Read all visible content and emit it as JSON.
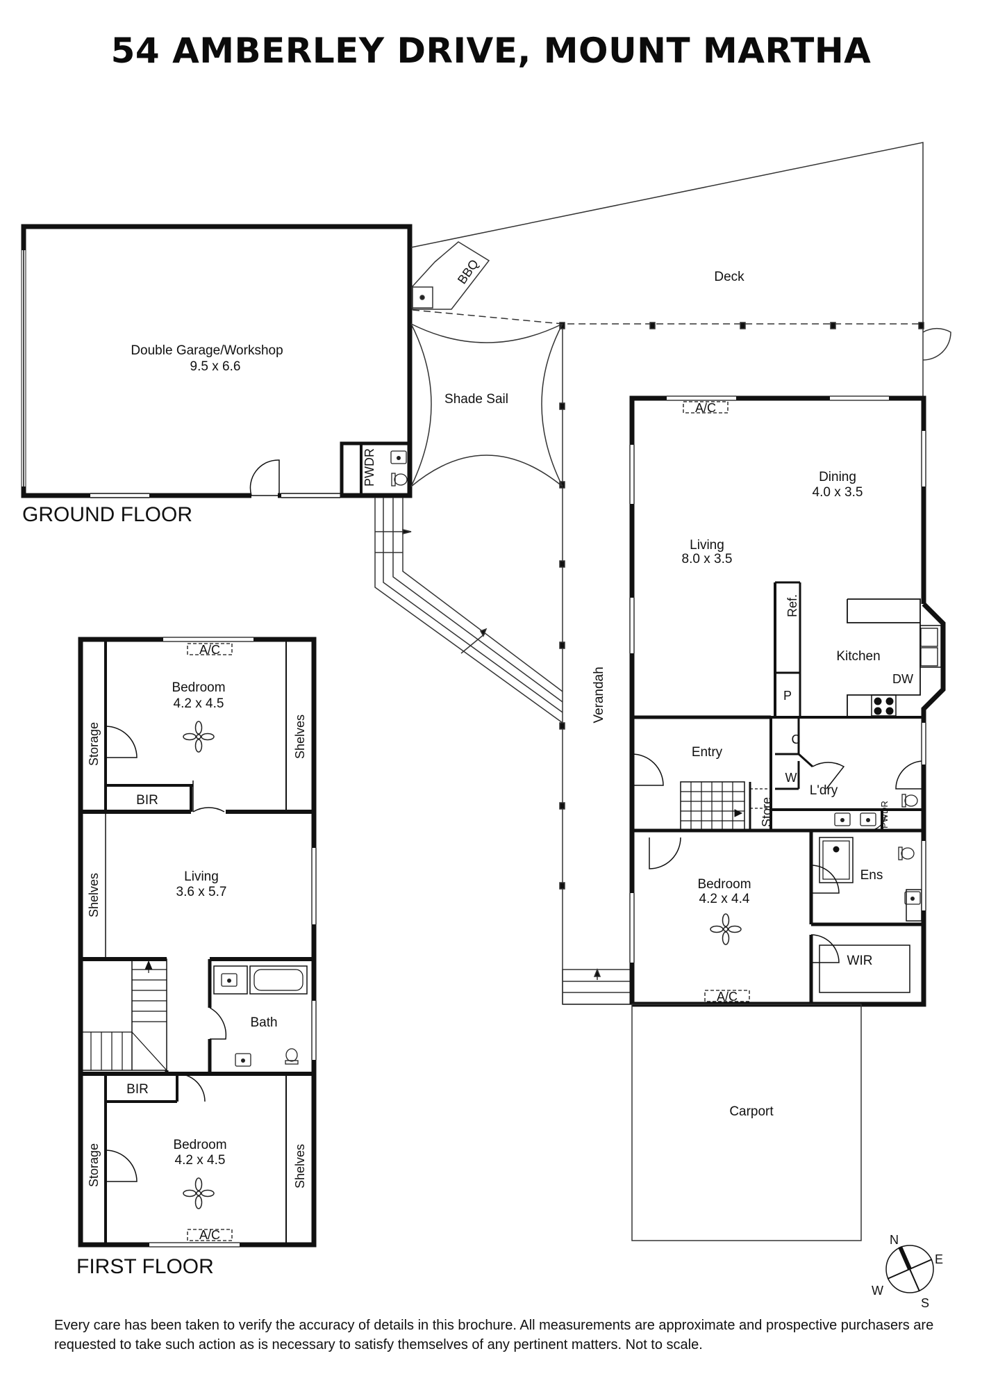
{
  "title": "54 AMBERLEY DRIVE, MOUNT MARTHA",
  "floors": {
    "ground": "GROUND FLOOR",
    "first": "FIRST FLOOR"
  },
  "ground_rooms": {
    "garage_name": "Double Garage/Workshop",
    "garage_dims": "9.5 x 6.6",
    "pwdr_garage": "PWDR",
    "bbq": "BBQ",
    "deck": "Deck",
    "shade_sail": "Shade Sail",
    "verandah": "Verandah",
    "living_name": "Living",
    "living_dims": "8.0 x 3.5",
    "dining_name": "Dining",
    "dining_dims": "4.0 x 3.5",
    "kitchen": "Kitchen",
    "ref": "Ref.",
    "pantry": "P",
    "dw": "DW",
    "cupboard": "C",
    "w": "W",
    "laundry": "L'dry",
    "pwdr_house": "PWDR",
    "store": "Store",
    "entry": "Entry",
    "bedroom_name": "Bedroom",
    "bedroom_dims": "4.2 x 4.4",
    "ensuite": "Ens",
    "wir": "WIR",
    "carport": "Carport",
    "ac": "A/C"
  },
  "first_rooms": {
    "bed1_name": "Bedroom",
    "bed1_dims": "4.2 x 4.5",
    "storage1": "Storage",
    "shelves1": "Shelves",
    "bir1": "BIR",
    "living_name": "Living",
    "living_dims": "3.6 x 5.7",
    "shelves2": "Shelves",
    "bath": "Bath",
    "bir2": "BIR",
    "bed2_name": "Bedroom",
    "bed2_dims": "4.2 x 4.5",
    "storage2": "Storage",
    "shelves3": "Shelves",
    "ac_top": "A/C",
    "ac_bottom": "A/C"
  },
  "compass": {
    "n": "N",
    "e": "E",
    "s": "S",
    "w": "W"
  },
  "disclaimer": "Every care has been taken to verify the accuracy of details in this brochure. All measurements are approximate and prospective purchasers are requested to take such action as is necessary to satisfy themselves of any pertinent matters. Not to scale."
}
